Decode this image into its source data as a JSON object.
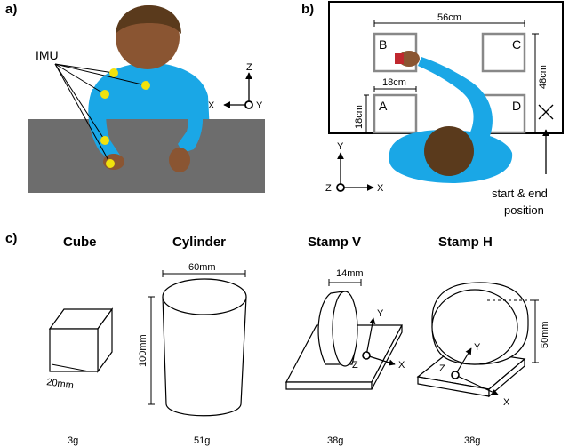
{
  "panel_a": {
    "label": "a)",
    "imu_label": "IMU",
    "axes": {
      "z": "Z",
      "x": "X",
      "y": "Y"
    }
  },
  "panel_b": {
    "label": "b)",
    "boxes": [
      "A",
      "B",
      "C",
      "D"
    ],
    "width_dim": "56cm",
    "height_dim": "48cm",
    "box_width_dim": "18cm",
    "box_height_dim": "18cm",
    "axes": {
      "y": "Y",
      "z": "Z",
      "x": "X"
    },
    "start_end_line1": "start & end",
    "start_end_line2": "position"
  },
  "panel_c": {
    "label": "c)",
    "objects": [
      {
        "title": "Cube",
        "weight": "3g",
        "dims": [
          "20mm"
        ]
      },
      {
        "title": "Cylinder",
        "weight": "51g",
        "dims": [
          "60mm",
          "100mm"
        ]
      },
      {
        "title": "Stamp V",
        "weight": "38g",
        "dims": [
          "14mm"
        ]
      },
      {
        "title": "Stamp H",
        "weight": "38g",
        "dims": [
          "50mm"
        ]
      }
    ],
    "axes": {
      "y": "Y",
      "z": "Z",
      "x": "X"
    }
  },
  "colors": {
    "table": "#6d6d6d",
    "shirt": "#1aa7e6",
    "skin": "#8a5532",
    "hair": "#5a3a1c",
    "imu_dot": "#f2e20c",
    "object_red": "#c0282e",
    "box_border": "#888888"
  }
}
